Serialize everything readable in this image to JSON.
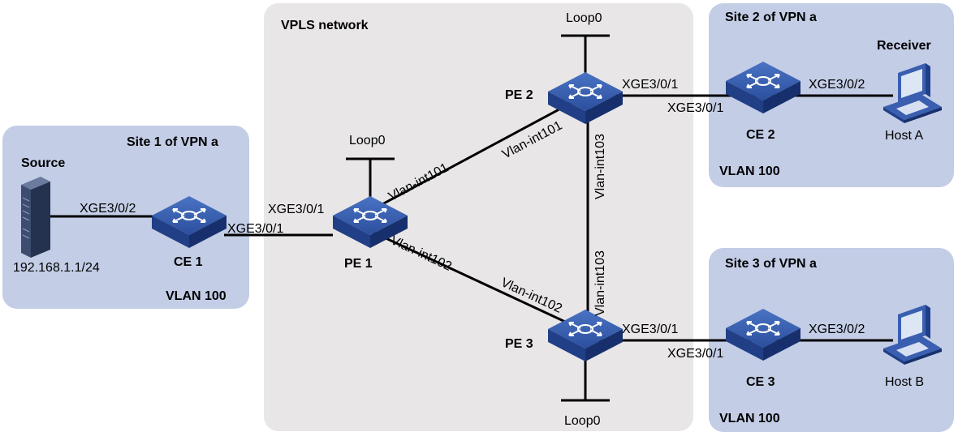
{
  "regions": {
    "vpls": "VPLS network",
    "site1": "Site 1 of VPN a",
    "site2": "Site 2 of VPN a",
    "site3": "Site 3 of VPN a"
  },
  "vlans": {
    "site1": "VLAN 100",
    "site2": "VLAN 100",
    "site3": "VLAN 100"
  },
  "devices": {
    "ce1": "CE 1",
    "ce2": "CE 2",
    "ce3": "CE 3",
    "pe1": "PE 1",
    "pe2": "PE 2",
    "pe3": "PE 3"
  },
  "hosts": {
    "source": "Source",
    "source_ip": "192.168.1.1/24",
    "receiver": "Receiver",
    "host_a": "Host A",
    "host_b": "Host B"
  },
  "loopbacks": {
    "pe1": "Loop0",
    "pe2": "Loop0",
    "pe3": "Loop0"
  },
  "interfaces": {
    "source_ce1": "XGE3/0/2",
    "ce1_pe1": "XGE3/0/1",
    "pe1_ce1": "XGE3/0/1",
    "pe1_pe2": "Vlan-int101",
    "pe2_pe1": "Vlan-int101",
    "pe1_pe3": "Vlan-int102",
    "pe3_pe1": "Vlan-int102",
    "pe2_pe3": "Vlan-int103",
    "pe3_pe2": "Vlan-int103",
    "pe2_ce2": "XGE3/0/1",
    "ce2_pe2": "XGE3/0/1",
    "ce2_hosta": "XGE3/0/2",
    "pe3_ce3": "XGE3/0/1",
    "ce3_pe3": "XGE3/0/1",
    "ce3_hostb": "XGE3/0/2"
  },
  "colors": {
    "site_fill": "#c3cde6",
    "vpls_fill": "#e8e6e6",
    "device_top": "#2f55a5",
    "device_side": "#1d3b80"
  }
}
